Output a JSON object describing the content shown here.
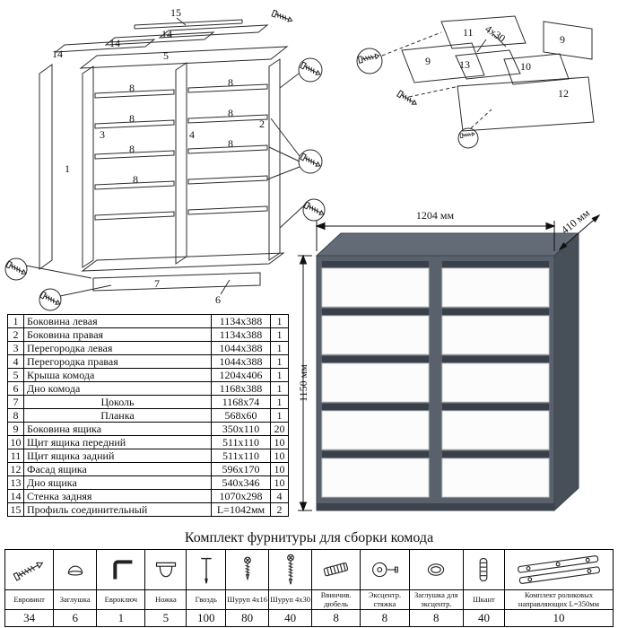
{
  "exploded": {
    "labels": {
      "n1": "1",
      "n2": "2",
      "n3": "3",
      "n4": "4",
      "n5": "5",
      "n6": "6",
      "n7": "7",
      "n8": "8",
      "n14": "14",
      "n15": "15"
    }
  },
  "drawer_detail": {
    "labels": {
      "n9": "9",
      "n10": "10",
      "n11": "11",
      "n12": "12",
      "n13": "13"
    },
    "screw_size": "4x30"
  },
  "chest": {
    "width_label": "1204 мм",
    "depth_label": "410 мм",
    "height_label": "1150 мм"
  },
  "parts_table": {
    "rows": [
      {
        "num": "1",
        "name": "Боковина левая",
        "size": "1134x388",
        "qty": "1"
      },
      {
        "num": "2",
        "name": "Боковина правая",
        "size": "1134x388",
        "qty": "1"
      },
      {
        "num": "3",
        "name": "Перегородка левая",
        "size": "1044x388",
        "qty": "1"
      },
      {
        "num": "4",
        "name": "Перегородка правая",
        "size": "1044x388",
        "qty": "1"
      },
      {
        "num": "5",
        "name": "Крыша комода",
        "size": "1204x406",
        "qty": "1"
      },
      {
        "num": "6",
        "name": "Дно комода",
        "size": "1168x388",
        "qty": "1"
      },
      {
        "num": "7",
        "name": "Цоколь",
        "size": "1168x74",
        "qty": "1"
      },
      {
        "num": "8",
        "name": "Планка",
        "size": "568x60",
        "qty": "1"
      },
      {
        "num": "9",
        "name": "Боковина ящика",
        "size": "350x110",
        "qty": "20"
      },
      {
        "num": "10",
        "name": "Щит ящика передний",
        "size": "511x110",
        "qty": "10"
      },
      {
        "num": "11",
        "name": "Щит ящика задний",
        "size": "511x110",
        "qty": "10"
      },
      {
        "num": "12",
        "name": "Фасад ящика",
        "size": "596x170",
        "qty": "10"
      },
      {
        "num": "13",
        "name": "Дно ящика",
        "size": "540x346",
        "qty": "10"
      },
      {
        "num": "14",
        "name": "Стенка задняя",
        "size": "1070x298",
        "qty": "4"
      },
      {
        "num": "15",
        "name": "Профиль соединительный",
        "size": "L=1042мм",
        "qty": "2"
      }
    ]
  },
  "hardware": {
    "title": "Комплект фурнитуры для сборки комода",
    "items": [
      {
        "name": "Евровинт",
        "qty": "34",
        "icon": "euro-screw-icon"
      },
      {
        "name": "Заглушка",
        "qty": "6",
        "icon": "cap-icon"
      },
      {
        "name": "Евроключ",
        "qty": "1",
        "icon": "hex-key-icon"
      },
      {
        "name": "Ножка",
        "qty": "5",
        "icon": "leg-icon"
      },
      {
        "name": "Гвоздь",
        "qty": "100",
        "icon": "nail-icon"
      },
      {
        "name": "Шуруп 4x16",
        "qty": "80",
        "icon": "screw-short-icon"
      },
      {
        "name": "Шуруп 4x30",
        "qty": "40",
        "icon": "screw-long-icon"
      },
      {
        "name": "Ввинчив. дюбель",
        "qty": "8",
        "icon": "threaded-dowel-icon"
      },
      {
        "name": "Эксцентр. стяжка",
        "qty": "8",
        "icon": "cam-lock-icon"
      },
      {
        "name": "Заглушка для эксцентр.",
        "qty": "8",
        "icon": "cam-cap-icon"
      },
      {
        "name": "Шкант",
        "qty": "40",
        "icon": "wood-dowel-icon"
      },
      {
        "name": "Комплект роликовых направляющих L=350мм",
        "qty": "10",
        "icon": "roller-guides-icon"
      }
    ]
  },
  "colors": {
    "carcass": "#59616c",
    "carcass_side": "#474f59",
    "carcass_top": "#636b76",
    "drawer_front": "#fcfcfc",
    "drawer_slot": "#39404a",
    "line": "#2b2b2b"
  }
}
